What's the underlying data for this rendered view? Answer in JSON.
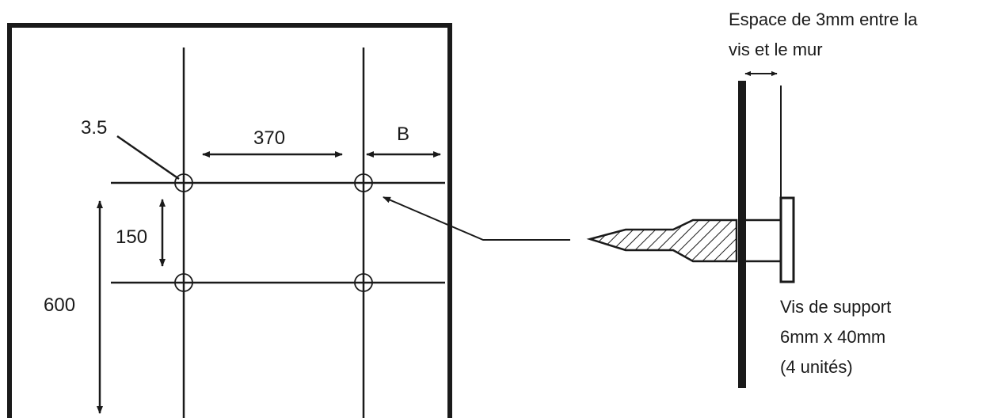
{
  "wall_plan": {
    "hole_diameter_label": "3.5",
    "horizontal_spacing_label": "370",
    "edge_distance_label": "B",
    "vertical_spacing_label": "150",
    "total_height_label": "600"
  },
  "screw_detail": {
    "gap_label_line1": "Espace de 3mm entre la",
    "gap_label_line2": "vis et le mur",
    "screw_label_line1": "Vis de support",
    "screw_label_line2": "6mm x 40mm",
    "screw_label_line3": "(4 unités)"
  },
  "colors": {
    "ink": "#1a1a1a",
    "background": "#ffffff"
  }
}
